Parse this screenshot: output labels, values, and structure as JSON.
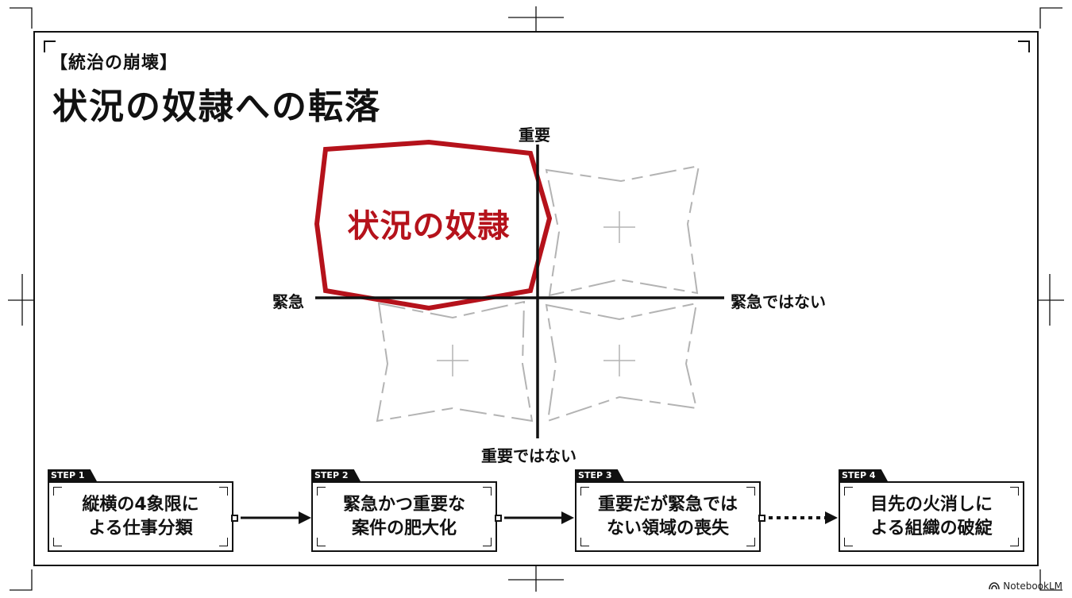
{
  "header": {
    "tag": "【統治の崩壊】",
    "title": "状況の奴隷への転落"
  },
  "matrix": {
    "axis_top": "重要",
    "axis_bottom": "重要ではない",
    "axis_left": "緊急",
    "axis_right": "緊急ではない",
    "highlight_label": "状況の奴隷",
    "highlight_color": "#b5121b",
    "faded_color": "#b3b3b3"
  },
  "steps": [
    {
      "tab": "STEP 1",
      "text": "縦横の4象限に\nよる仕事分類"
    },
    {
      "tab": "STEP 2",
      "text": "緊急かつ重要な\n案件の肥大化"
    },
    {
      "tab": "STEP 3",
      "text": "重要だが緊急では\nない領域の喪失"
    },
    {
      "tab": "STEP 4",
      "text": "目先の火消しに\nよる組織の破綻"
    }
  ],
  "brand": {
    "name": "NotebookLM",
    "icon": "notebooklm-logo-icon"
  }
}
